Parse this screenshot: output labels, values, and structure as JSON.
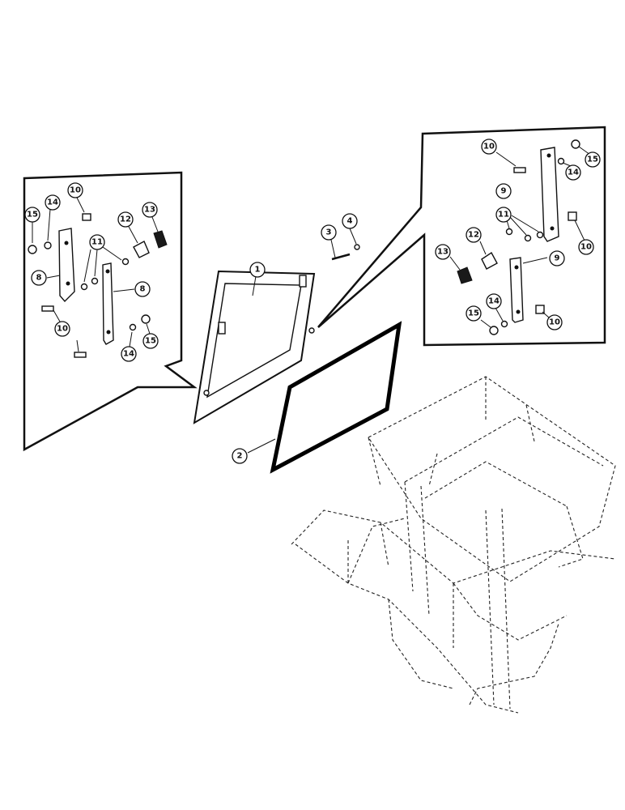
{
  "callouts": {
    "left_panel": [
      {
        "id": "lp-15",
        "label": "15"
      },
      {
        "id": "lp-14",
        "label": "14"
      },
      {
        "id": "lp-10a",
        "label": "10"
      },
      {
        "id": "lp-12",
        "label": "12"
      },
      {
        "id": "lp-13",
        "label": "13"
      },
      {
        "id": "lp-11",
        "label": "11"
      },
      {
        "id": "lp-8a",
        "label": "8"
      },
      {
        "id": "lp-8b",
        "label": "8"
      },
      {
        "id": "lp-10b",
        "label": "10"
      },
      {
        "id": "lp-14b",
        "label": "14"
      },
      {
        "id": "lp-15b",
        "label": "15"
      }
    ],
    "right_panel": [
      {
        "id": "rp-10a",
        "label": "10"
      },
      {
        "id": "rp-14a",
        "label": "14"
      },
      {
        "id": "rp-15a",
        "label": "15"
      },
      {
        "id": "rp-9a",
        "label": "9"
      },
      {
        "id": "rp-11",
        "label": "11"
      },
      {
        "id": "rp-10b",
        "label": "10"
      },
      {
        "id": "rp-12",
        "label": "12"
      },
      {
        "id": "rp-13",
        "label": "13"
      },
      {
        "id": "rp-9b",
        "label": "9"
      },
      {
        "id": "rp-15b",
        "label": "15"
      },
      {
        "id": "rp-14b",
        "label": "14"
      },
      {
        "id": "rp-10c",
        "label": "10"
      }
    ],
    "main": [
      {
        "id": "m-1",
        "label": "1"
      },
      {
        "id": "m-2",
        "label": "2"
      },
      {
        "id": "m-3",
        "label": "3"
      },
      {
        "id": "m-4",
        "label": "4"
      }
    ]
  }
}
